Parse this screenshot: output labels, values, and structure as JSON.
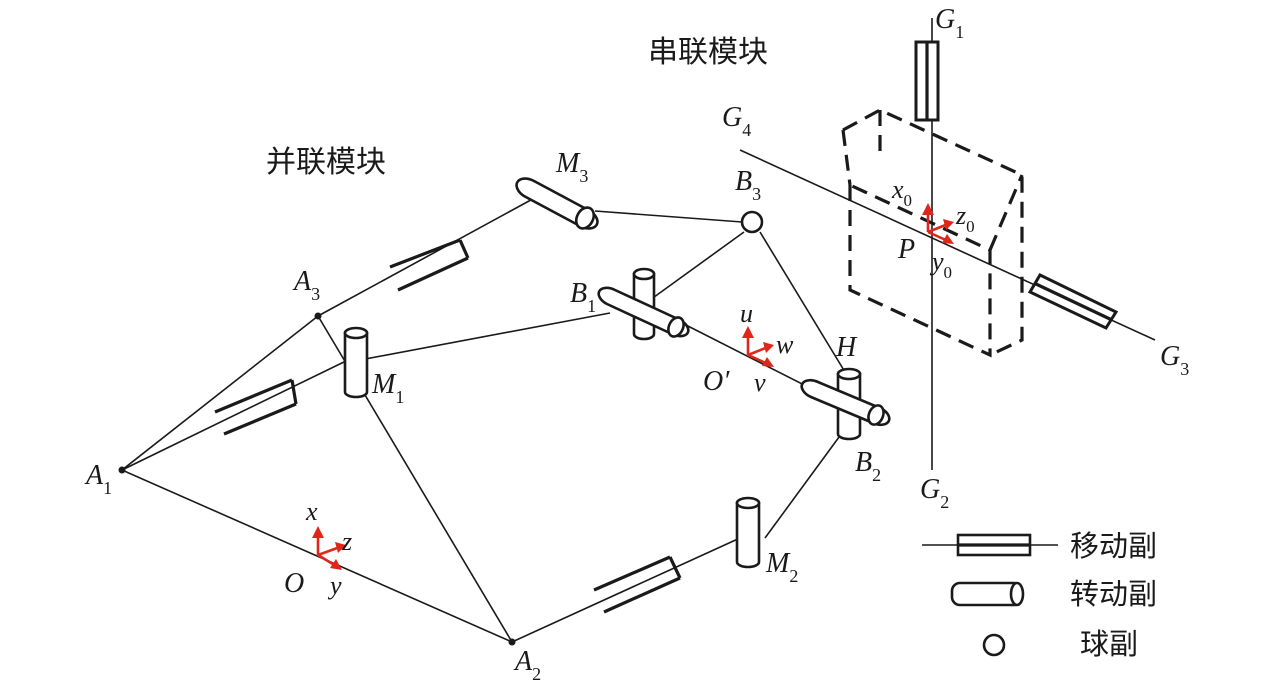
{
  "headings": {
    "serial_module": "串联模块",
    "parallel_module": "并联模块"
  },
  "points": {
    "A1": {
      "main": "A",
      "sub": "1"
    },
    "A2": {
      "main": "A",
      "sub": "2"
    },
    "A3": {
      "main": "A",
      "sub": "3"
    },
    "B1": {
      "main": "B",
      "sub": "1"
    },
    "B2": {
      "main": "B",
      "sub": "2"
    },
    "B3": {
      "main": "B",
      "sub": "3"
    },
    "M1": {
      "main": "M",
      "sub": "1"
    },
    "M2": {
      "main": "M",
      "sub": "2"
    },
    "M3": {
      "main": "M",
      "sub": "3"
    },
    "G1": {
      "main": "G",
      "sub": "1"
    },
    "G2": {
      "main": "G",
      "sub": "2"
    },
    "G3": {
      "main": "G",
      "sub": "3"
    },
    "G4": {
      "main": "G",
      "sub": "4"
    },
    "H": "H",
    "P": "P",
    "O": "O",
    "O_prime": "O′"
  },
  "frames": {
    "base": {
      "x": "x",
      "y": "y",
      "z": "z"
    },
    "moving": {
      "u": "u",
      "v": "v",
      "w": "w"
    },
    "tool": {
      "x": "x",
      "x_sub": "0",
      "y": "y",
      "y_sub": "0",
      "z": "z",
      "z_sub": "0"
    }
  },
  "legend": {
    "prismatic": "移动副",
    "revolute": "转动副",
    "spherical": "球副"
  },
  "colors": {
    "ink": "#1a1a1a",
    "frame_arrow": "#e0261b"
  }
}
